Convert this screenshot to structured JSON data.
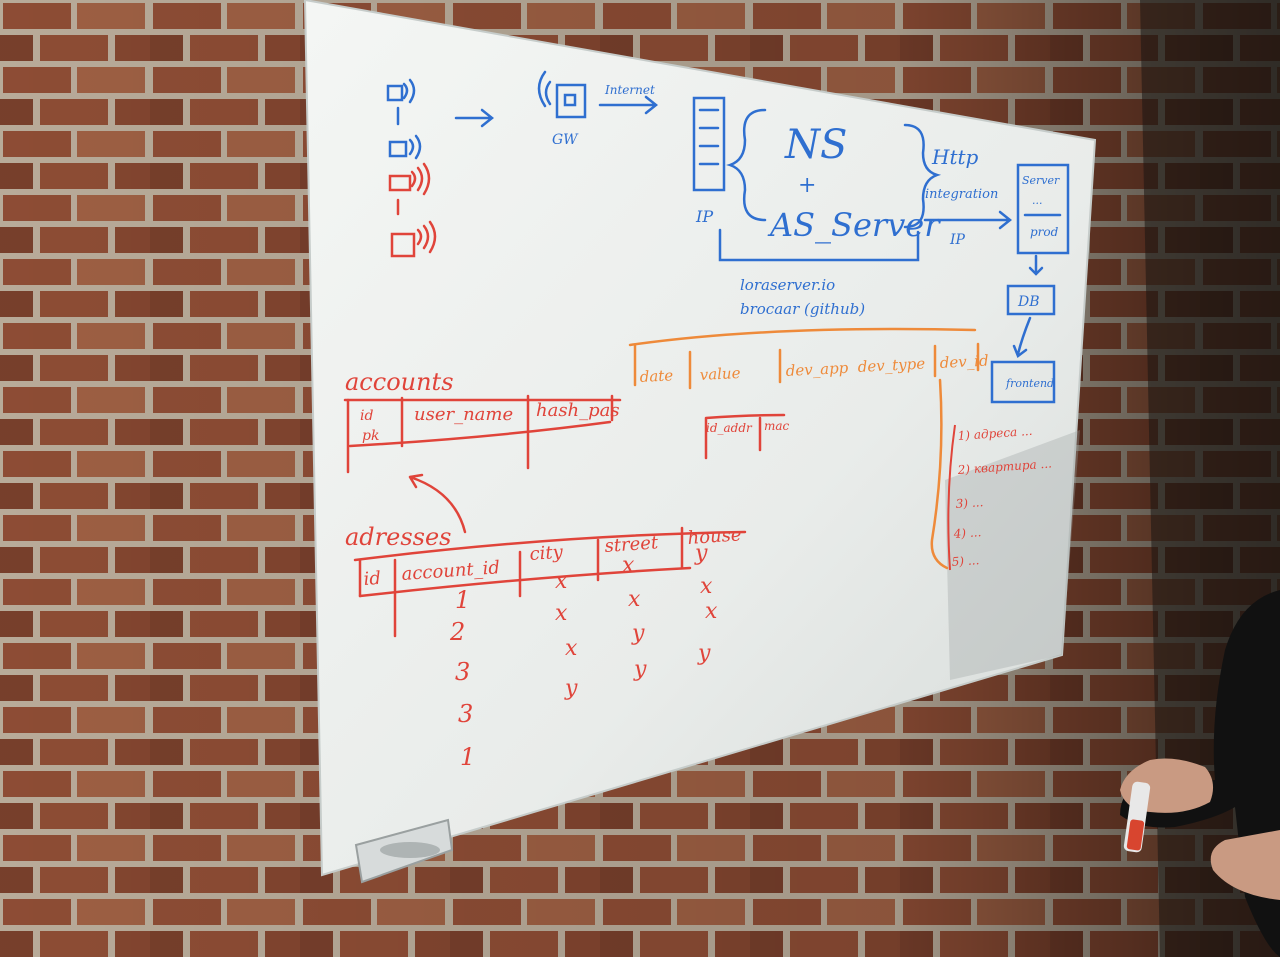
{
  "colors": {
    "wall_mortar": "#d9c9b4",
    "brick_a": "#a65a3e",
    "brick_b": "#8c4a33",
    "brick_c": "#b9704f",
    "board": "#eef1ef",
    "blue_ink": "#2f6fd0",
    "red_ink": "#e0443a",
    "orange_ink": "#ee8a3a"
  },
  "board_text": {
    "gw_label": "GW",
    "internet_label": "Internet",
    "ip_left": "IP",
    "ns": "NS",
    "plus": "+",
    "as_server": "AS_Server",
    "http": "Http",
    "integration": "integration",
    "ip_right": "IP",
    "loraserver": "loraserver.io",
    "brocaar": "brocaar (github)",
    "db": "DB",
    "server_top": "Server",
    "server_dots": "...",
    "server_prod": "prod",
    "frontend": "frontend",
    "accounts": "accounts",
    "acc_id": "id",
    "acc_pk": "pk",
    "acc_user_name": "user_name",
    "acc_hash_pas": "hash_pas",
    "addresses": "adresses",
    "addr_cols": [
      "id",
      "account_id",
      "city",
      "street",
      "house"
    ],
    "addr_ids": [
      "1",
      "2",
      "3",
      "3",
      "1"
    ],
    "orange_cols": [
      "date",
      "value",
      "dev_app",
      "dev_type",
      "dev_id"
    ],
    "id_addr": "id_addr",
    "mac": "mac",
    "list": [
      "1) адреса ...",
      "2) квартира ...",
      "3) ...",
      "4) ...",
      "5) ..."
    ],
    "x_marks": [
      "x",
      "x",
      "y",
      "x",
      "x",
      "x",
      "x",
      "x",
      "y",
      "y",
      "y",
      "y"
    ]
  }
}
